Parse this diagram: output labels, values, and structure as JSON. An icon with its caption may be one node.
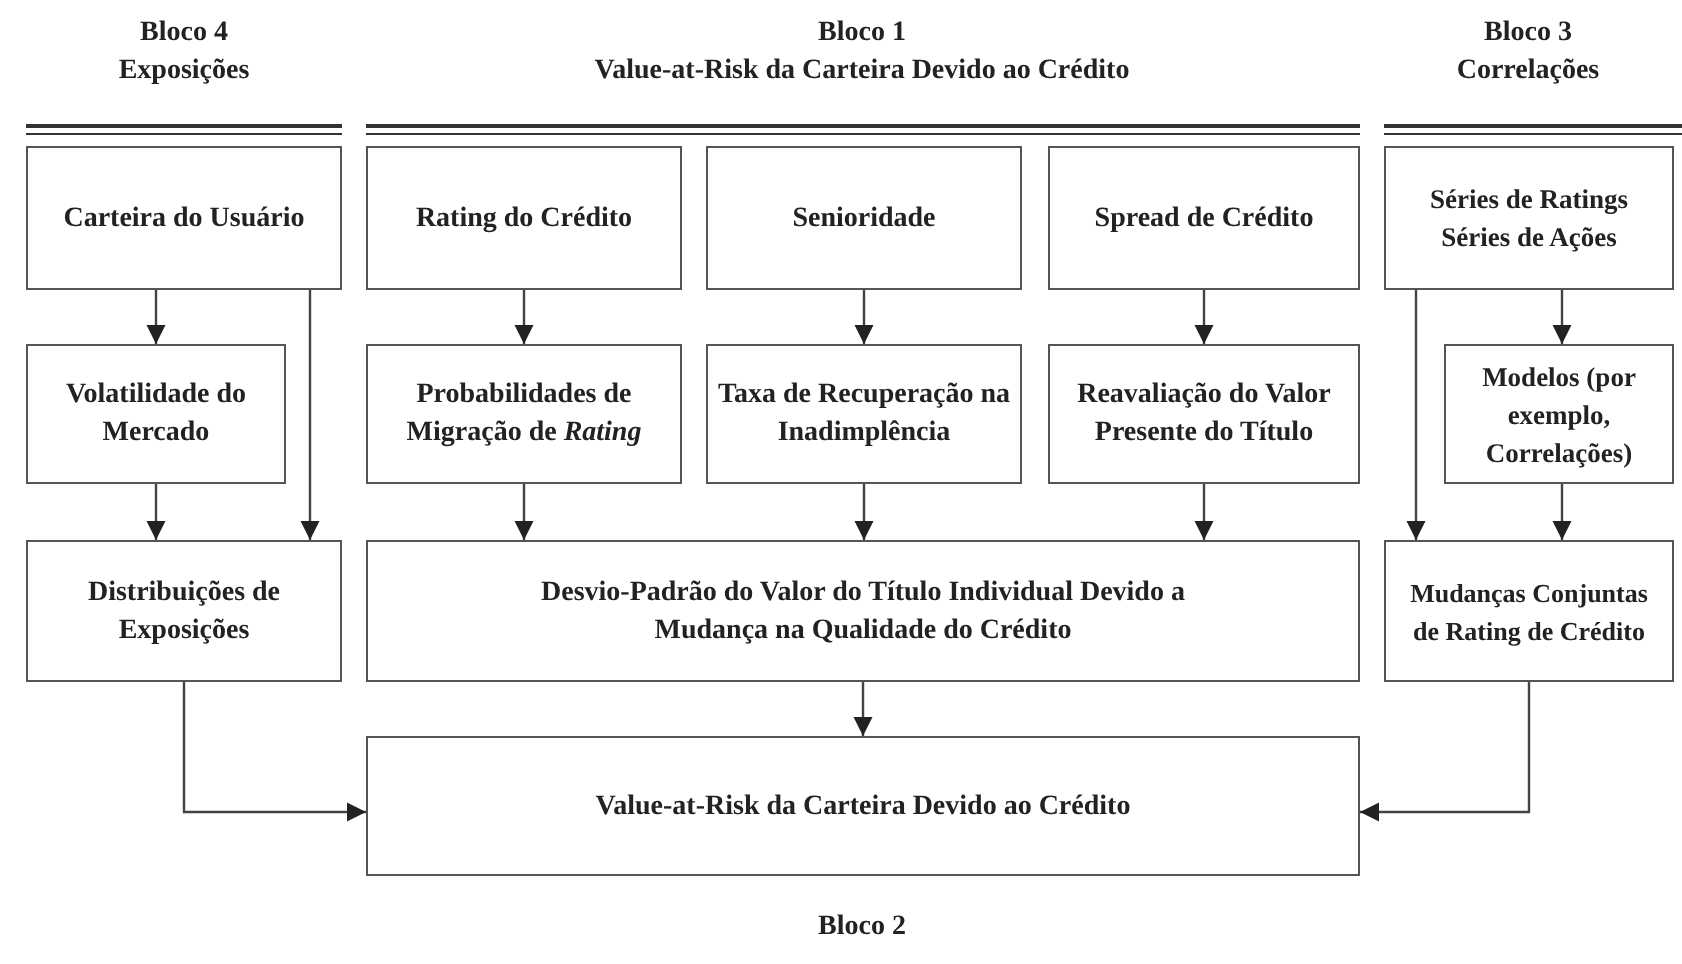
{
  "diagram": {
    "nodes": [
      {
        "text": [
          "Carteira do Usuário"
        ]
      },
      {
        "text": [
          "Volatilidade do Mercado"
        ]
      },
      {
        "text": [
          "Distribuições de Exposições"
        ]
      },
      {
        "text": [
          "Rating do Crédito"
        ]
      },
      {
        "text": [
          "Senioridade"
        ]
      },
      {
        "text": [
          "Spread de Crédito"
        ]
      },
      {
        "text": [
          "Probabilidades de Migração de *Rating*"
        ]
      },
      {
        "text": [
          "Taxa de Recuperação na Inadimplência"
        ]
      },
      {
        "text": [
          "Reavaliação do Valor Presente do Título"
        ]
      },
      {
        "text": [
          "Séries de Ratings Séries de Ações"
        ]
      },
      {
        "text": [
          "Modelos (por exemplo, Correlações)"
        ]
      },
      {
        "text": [
          "Desvio-Padrão do Valor do Título Individual Devido a Mudança na Qualidade do Crédito"
        ]
      },
      {
        "text": [
          "Mudanças Conjuntas de Rating de Crédito"
        ]
      },
      {
        "text": [
          "Value-at-Risk da Carteira Devido ao Crédito"
        ]
      }
    ],
    "edges": [
      {
        "from": 0,
        "to": 1,
        "arrow": "to"
      },
      {
        "from": 0,
        "to": 2,
        "arrow": "to"
      },
      {
        "from": 1,
        "to": 2,
        "arrow": "to"
      },
      {
        "from": 3,
        "to": 6,
        "arrow": "to"
      },
      {
        "from": 4,
        "to": 7,
        "arrow": "to"
      },
      {
        "from": 5,
        "to": 8,
        "arrow": "to"
      },
      {
        "from": 6,
        "to": 11,
        "arrow": "to"
      },
      {
        "from": 7,
        "to": 11,
        "arrow": "to"
      },
      {
        "from": 8,
        "to": 11,
        "arrow": "to"
      },
      {
        "from": 9,
        "to": 10,
        "arrow": "to"
      },
      {
        "from": 9,
        "to": 12,
        "arrow": "to"
      },
      {
        "from": 10,
        "to": 12,
        "arrow": "to"
      },
      {
        "from": 11,
        "to": 13,
        "arrow": "to"
      },
      {
        "from": 2,
        "to": 13,
        "arrow": "to"
      },
      {
        "from": 12,
        "to": 13,
        "arrow": "to"
      }
    ],
    "labels": [
      "Bloco 4",
      "Exposições",
      "Bloco 1",
      "Value-at-Risk da Carteira Devido ao Crédito",
      "Bloco 3",
      "Correlações",
      "Bloco 2"
    ]
  }
}
